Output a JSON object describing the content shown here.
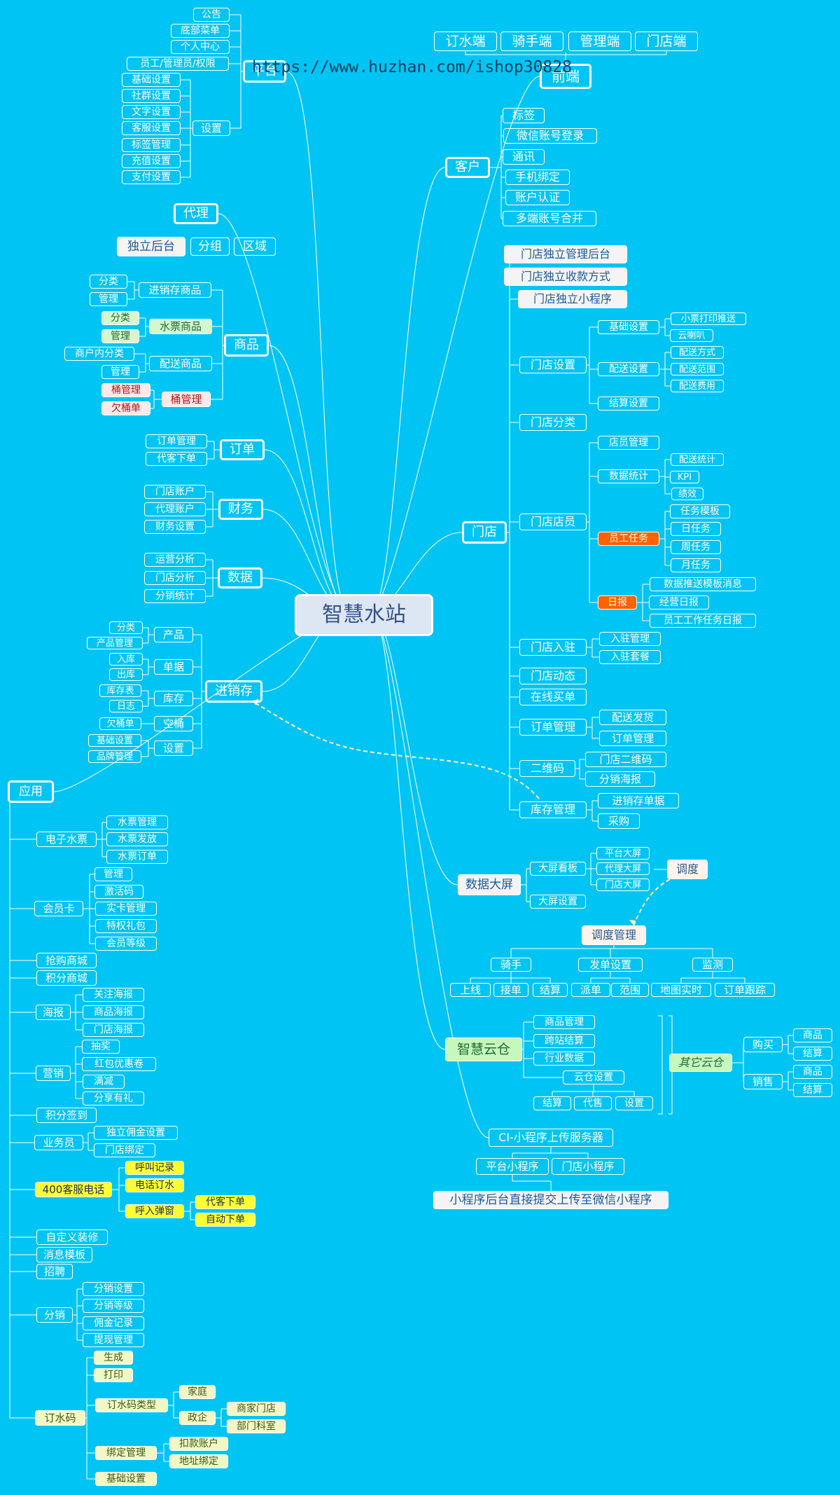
{
  "watermark": "https://www.huzhan.com/ishop30828",
  "colors": {
    "background": "#00c5f4",
    "line": "#ffffff",
    "dashed": "#fff9c4"
  },
  "root": "智慧水站",
  "nodes": {
    "pingtai": "平台",
    "gonggao": "公告",
    "dibucaidan": "底部菜单",
    "gerenzhongxin": "个人中心",
    "yuangong": "员工/管理员/权限",
    "shezhi": "设置",
    "jichushezhi": "基础设置",
    "shequnshezhi": "社群设置",
    "wenzishezhi": "文字设置",
    "kefushezhi": "客服设置",
    "biaoqianguanli": "标签管理",
    "chongzhishezhi": "充值设置",
    "zhifushezhi": "支付设置",
    "daili": "代理",
    "dulihoutai": "独立后台",
    "fenzu": "分组",
    "quyu": "区域",
    "shangpin": "商品",
    "jxcshangpin": "进销存商品",
    "fenlei1": "分类",
    "guanli1": "管理",
    "shuipiaoshangpin": "水票商品",
    "fenlei2": "分类",
    "guanli2": "管理",
    "peisongshangpin": "配送商品",
    "shanghuneifenlei": "商户内分类",
    "guanli3": "管理",
    "tongguanli": "桶管理",
    "tongguanli2": "桶管理",
    "qiantongdan": "欠桶单",
    "dingdan": "订单",
    "dingdanguanli": "订单管理",
    "daikexiadan": "代客下单",
    "caiwu": "财务",
    "mendianzhanghu": "门店账户",
    "dailizhanghu": "代理账户",
    "caiwushezhi": "财务设置",
    "shuju": "数据",
    "yunyingfenxi": "运营分析",
    "mendianfenxi": "门店分析",
    "fenxiaotongji": "分销统计",
    "jinxiaocun": "进销存",
    "chanpin": "产品",
    "cp_fenlei": "分类",
    "cp_guanli": "产品管理",
    "danju": "单据",
    "ruku": "入库",
    "chuku": "出库",
    "kucun": "库存",
    "kucunbiao": "库存表",
    "rizhi": "日志",
    "kongtong": "空桶",
    "qiantongdan2": "欠桶单",
    "jxc_shezhi": "设置",
    "jxc_jichu": "基础设置",
    "pinpai": "品牌管理",
    "yingyong": "应用",
    "dianzishuipiao": "电子水票",
    "shuipiaoguanli": "水票管理",
    "shuipiaofafang": "水票发放",
    "shuipiaodingdan": "水票订单",
    "huiyuanka": "会员卡",
    "hy_guanli": "管理",
    "jihuoma": "激活码",
    "shikaguanli": "实卡管理",
    "tequanlibao": "特权礼包",
    "huiyuandengji": "会员等级",
    "qianggou": "抢购商城",
    "jifenshangcheng": "积分商城",
    "haibao": "海报",
    "guanzhuhaibao": "关注海报",
    "shangpinhaibao": "商品海报",
    "mendianhaibao": "门店海报",
    "yingxiao": "营销",
    "choujiang": "抽奖",
    "hongbao": "红包优惠卷",
    "manjian": "满减",
    "fenxiang": "分享有礼",
    "jifenqiandao": "积分签到",
    "yewuyuan": "业务员",
    "dulyongjin": "独立佣金设置",
    "mendianbangding": "门店绑定",
    "kefu400": "400客服电话",
    "hujiaojilu": "呼叫记录",
    "dianhuadingshui": "电话订水",
    "hurutanchuang": "呼入弹窗",
    "daikexiadan2": "代客下单",
    "zidongxiadan": "自动下单",
    "zidingyi": "自定义装修",
    "xiaoximoban": "消息模板",
    "zhaopin": "招聘",
    "fenxiao": "分销",
    "fenxiaoshezhi": "分销设置",
    "fenxiaodengji": "分销等级",
    "yongjinjilu": "佣金记录",
    "tixianguanli": "提现管理",
    "dingshuima": "订水码",
    "shengcheng": "生成",
    "dayin": "打印",
    "dingshuimaleixing": "订水码类型",
    "jiating": "家庭",
    "zhengqi": "政企",
    "shangjiamendian": "商家门店",
    "bumenkeshi": "部门科室",
    "bangdingguanli": "绑定管理",
    "koukuanzhanghu": "扣款账户",
    "dizhibangding": "地址绑定",
    "dsm_jichu": "基础设置",
    "dingshuiduan": "订水端",
    "qishouduan": "骑手端",
    "guanliduan": "管理端",
    "mendianduan": "门店端",
    "qianduan": "前端",
    "kehu": "客户",
    "biaoqian": "标签",
    "weixindenglu": "微信账号登录",
    "tongxun": "通讯",
    "shoujibangding": "手机绑定",
    "zhanghurenzheng": "账户认证",
    "duoduanhebing": "多端账号合并",
    "mendian": "门店",
    "md_dulihoutai": "门店独立管理后台",
    "md_shoukuan": "门店独立收款方式",
    "md_xiaochengxu": "门店独立小程序",
    "mendianshezhi": "门店设置",
    "md_jichushezhi": "基础设置",
    "xiaopiao": "小票打印推送",
    "yunlaba": "云喇叭",
    "peisongshezhi": "配送设置",
    "peisongfangshi": "配送方式",
    "peisongfanwei": "配送范围",
    "peisongfeiyong": "配送费用",
    "jiesuanshezhi": "结算设置",
    "mendianfenlei": "门店分类",
    "mendiandianyuan": "门店店员",
    "dianyuanguanli": "店员管理",
    "shujutongji": "数据统计",
    "peisongtongji": "配送统计",
    "kpi": "KPI",
    "jixiao": "绩效",
    "yuangongrenwu": "员工任务",
    "renwumoban": "任务模板",
    "rirenwu": "日任务",
    "zhourenwu": "周任务",
    "yuerenwu": "月任务",
    "ribao": "日报",
    "shujutuisong": "数据推送模板消息",
    "jingyingribao": "经营日报",
    "yuangonggongzuo": "员工工作任务日报",
    "mendianruzhu": "门店入驻",
    "ruzhuguanli": "入驻管理",
    "ruzhutaocan": "入驻套餐",
    "mendiandongtai": "门店动态",
    "zaixianmaidan": "在线买单",
    "md_dingdanguanli": "订单管理",
    "peisongfahuo": "配送发货",
    "md_dingdanguanli2": "订单管理",
    "erweima": "二维码",
    "mendianerweima": "门店二维码",
    "fenxiaohaibao": "分销海报",
    "kucunguanli": "库存管理",
    "jxcdanju": "进销存单据",
    "caigou": "采购",
    "shujudaping": "数据大屏",
    "dapingkanban": "大屏看板",
    "pingtaidaping": "平台大屏",
    "dailidaping": "代理大屏",
    "mendiandaping": "门店大屏",
    "dapingshezhi": "大屏设置",
    "diaodu": "调度",
    "diaoduguanli": "调度管理",
    "qishou": "骑手",
    "fadanshezhi": "发单设置",
    "jiance": "监测",
    "shangxian": "上线",
    "jiedan": "接单",
    "qs_jiesuan": "结算",
    "paidan": "派单",
    "fanwei": "范围",
    "ditushishi": "地图实时",
    "dingdangenzong": "订单跟踪",
    "yuncang": "智慧云仓",
    "yc_shangpinguanli": "商品管理",
    "kuazhanjiesuan": "跨站结算",
    "hangyeshuju": "行业数据",
    "yuncangshezhi": "云仓设置",
    "yc_jiesuan": "结算",
    "daishou": "代售",
    "yc_shezhi": "设置",
    "qitayuncang": "其它云仓",
    "goumai": "购买",
    "gm_shangpin": "商品",
    "gm_jiesuan": "结算",
    "xiaoshou": "销售",
    "xs_shangpin": "商品",
    "xs_jiesuan": "结算",
    "ci": "CI-小程序上传服务器",
    "pingtaixcx": "平台小程序",
    "mendianxcx": "门店小程序",
    "zhijietijiao": "小程序后台直接提交上传至微信小程序"
  }
}
